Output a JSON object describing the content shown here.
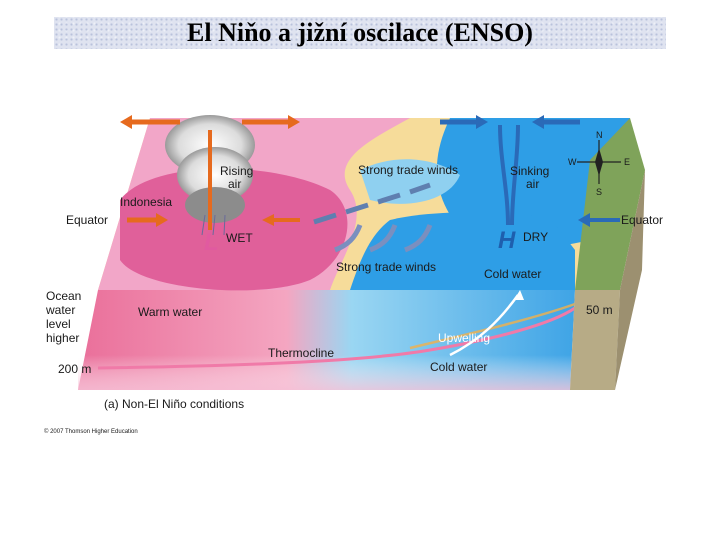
{
  "title": "El Niňo a jižní oscilace (ENSO)",
  "diagram": {
    "labels": {
      "rising_air": [
        "Rising",
        "air"
      ],
      "sinking_air": [
        "Sinking",
        "air"
      ],
      "indonesia": "Indonesia",
      "equator_left": "Equator",
      "equator_right": "Equator",
      "strong_trade_winds_top": "Strong trade winds",
      "strong_trade_winds_bottom": "Strong trade winds",
      "low_symbol": "L",
      "wet": "WET",
      "high_symbol": "H",
      "dry": "DRY",
      "cold_water_surface": "Cold water",
      "ocean_level": [
        "Ocean",
        "water",
        "level",
        "higher"
      ],
      "depth_200": "200 m",
      "depth_50": "50 m",
      "warm_water": "Warm water",
      "thermocline": "Thermocline",
      "upwelling": "Upwelling",
      "cold_water_deep": "Cold water",
      "caption": "(a) Non-El Niño conditions",
      "copyright": "© 2007 Thomson Higher Education"
    },
    "compass": {
      "n": "N",
      "s": "S",
      "e": "E",
      "w": "W"
    },
    "colors": {
      "warm_pool": "#e0609a",
      "pink_sea": "#f2a6c8",
      "yellow_band": "#f6dc9a",
      "cool_sea": "#2e9ee6",
      "light_blue": "#8fd0f0",
      "warm_arrow": "#e66a1e",
      "cool_arrow": "#2a6ab8"
    }
  }
}
